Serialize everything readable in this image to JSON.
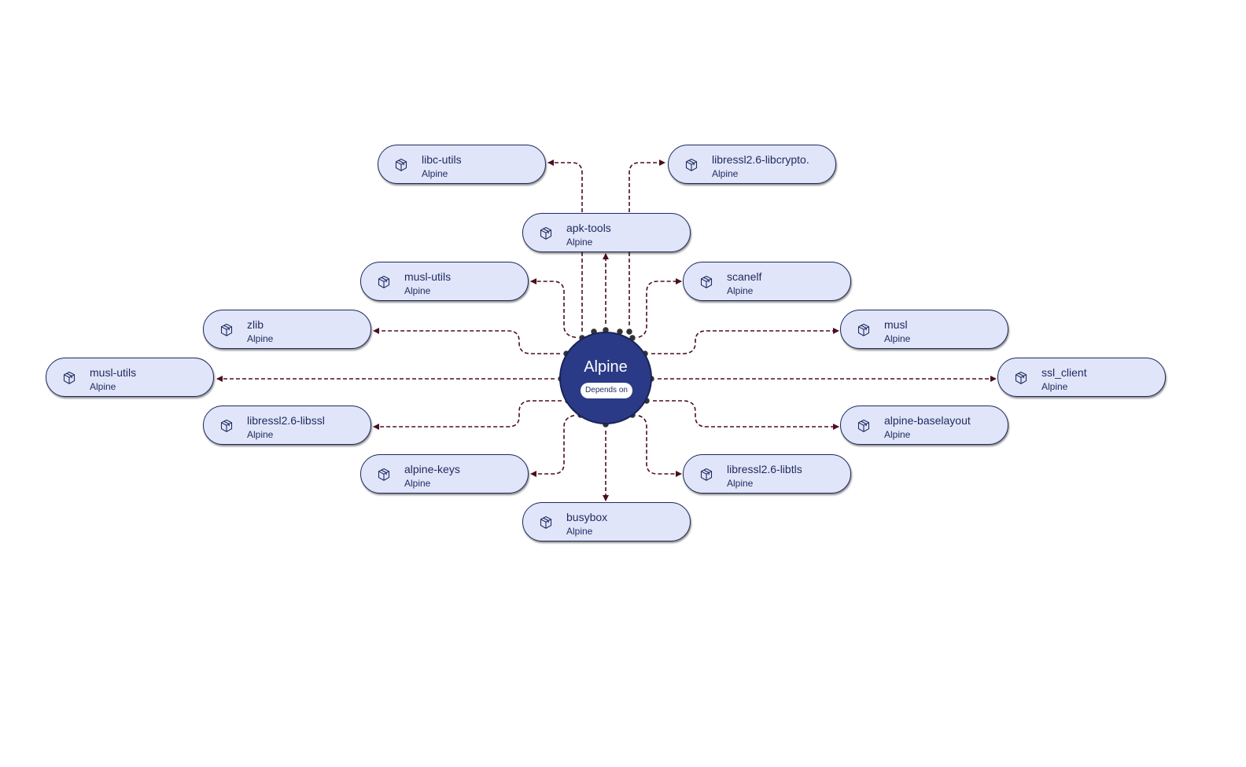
{
  "hub": {
    "title": "Alpine",
    "badge": "Depends on"
  },
  "icon_name": "package-icon",
  "colors": {
    "node_fill": "#e0e5fa",
    "node_border": "#1f2a5c",
    "hub_fill": "#2b3a87",
    "connector": "#4a0f1f"
  },
  "nodes": [
    {
      "name": "libc-utils",
      "sub": "Alpine"
    },
    {
      "name": "libressl2.6-libcrypto.",
      "sub": "Alpine"
    },
    {
      "name": "apk-tools",
      "sub": "Alpine"
    },
    {
      "name": "musl-utils",
      "sub": "Alpine"
    },
    {
      "name": "scanelf",
      "sub": "Alpine"
    },
    {
      "name": "zlib",
      "sub": "Alpine"
    },
    {
      "name": "musl",
      "sub": "Alpine"
    },
    {
      "name": "musl-utils",
      "sub": "Alpine"
    },
    {
      "name": "ssl_client",
      "sub": "Alpine"
    },
    {
      "name": "libressl2.6-libssl",
      "sub": "Alpine"
    },
    {
      "name": "alpine-baselayout",
      "sub": "Alpine"
    },
    {
      "name": "alpine-keys",
      "sub": "Alpine"
    },
    {
      "name": "libressl2.6-libtls",
      "sub": "Alpine"
    },
    {
      "name": "busybox",
      "sub": "Alpine"
    }
  ]
}
